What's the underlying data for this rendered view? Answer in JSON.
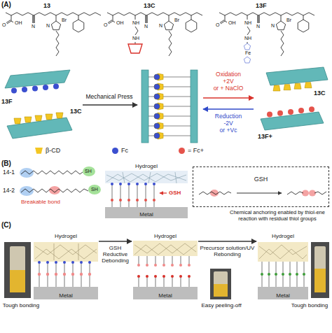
{
  "diagram": {
    "nodes": [
      {
        "text": [
          "Hydrogel",
          "Metal"
        ]
      },
      {
        "text": [
          "GSH"
        ]
      },
      {
        "text": [
          "Hydrogel",
          "Metal"
        ]
      },
      {
        "text": [
          "Hydrogel",
          "Metal"
        ]
      },
      {
        "text": [
          "Hydrogel",
          "Metal"
        ]
      }
    ],
    "edges": [
      {
        "from": 2,
        "to": 3,
        "arrow": "to",
        "label": "GSH Reductive Debonding"
      },
      {
        "from": 3,
        "to": 4,
        "arrow": "to",
        "label": "Precursor solution/UV Rebonding"
      }
    ],
    "labels": [
      "(A)",
      "13",
      "13C",
      "13F",
      "O",
      "OH",
      "N",
      "N",
      "Br",
      "O",
      "OH",
      "NH",
      "NH",
      "N",
      "N",
      "Br",
      "O",
      "OH",
      "NH",
      "NH",
      "Fe",
      "N",
      "N",
      "Br",
      "13F",
      "13C",
      "Mechanical Press",
      "Oxidation",
      "+2V",
      "or + NaClO",
      "Reduction",
      "-2V",
      "or +Vc",
      "13C",
      "13F+",
      "(B)",
      "14-1",
      "SH",
      "14-2",
      "SH",
      "Breakable bond",
      "GSH",
      "(C)",
      "Chemical anchoring enabled by thiol-ene reaction with residual thiol groups",
      "Tough bonding",
      "Easy peeling-off",
      "Tough bonding"
    ],
    "legend": [
      {
        "text": "β-CD",
        "color": "#f3c623"
      },
      {
        "text": "Fc",
        "color": "#3b4fcf"
      },
      {
        "text": "= Fc+",
        "color": "#e5534b"
      }
    ]
  }
}
